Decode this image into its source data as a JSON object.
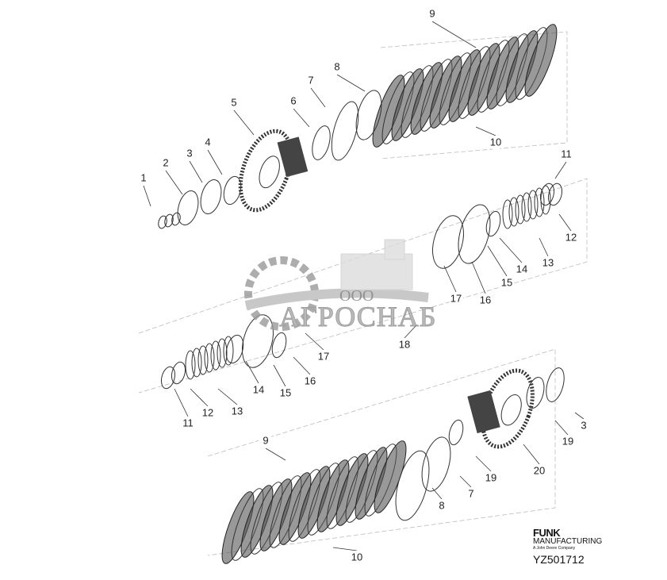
{
  "diagram": {
    "callouts": [
      "9",
      "10",
      "8",
      "7",
      "6",
      "5",
      "4",
      "3",
      "2",
      "1",
      "11",
      "12",
      "13",
      "14",
      "15",
      "16",
      "17",
      "18",
      "17",
      "16",
      "15",
      "14",
      "13",
      "12",
      "11",
      "9",
      "10",
      "8",
      "7",
      "19",
      "20",
      "19",
      "3"
    ],
    "drawing_number": "YZ501712"
  },
  "watermark": {
    "prefix": "ООО",
    "name": "АГРОСНАБ"
  },
  "manufacturer_logo": {
    "name": "FUNK",
    "line2": "MANUFACTURING",
    "tagline": "A John Deere Company"
  }
}
